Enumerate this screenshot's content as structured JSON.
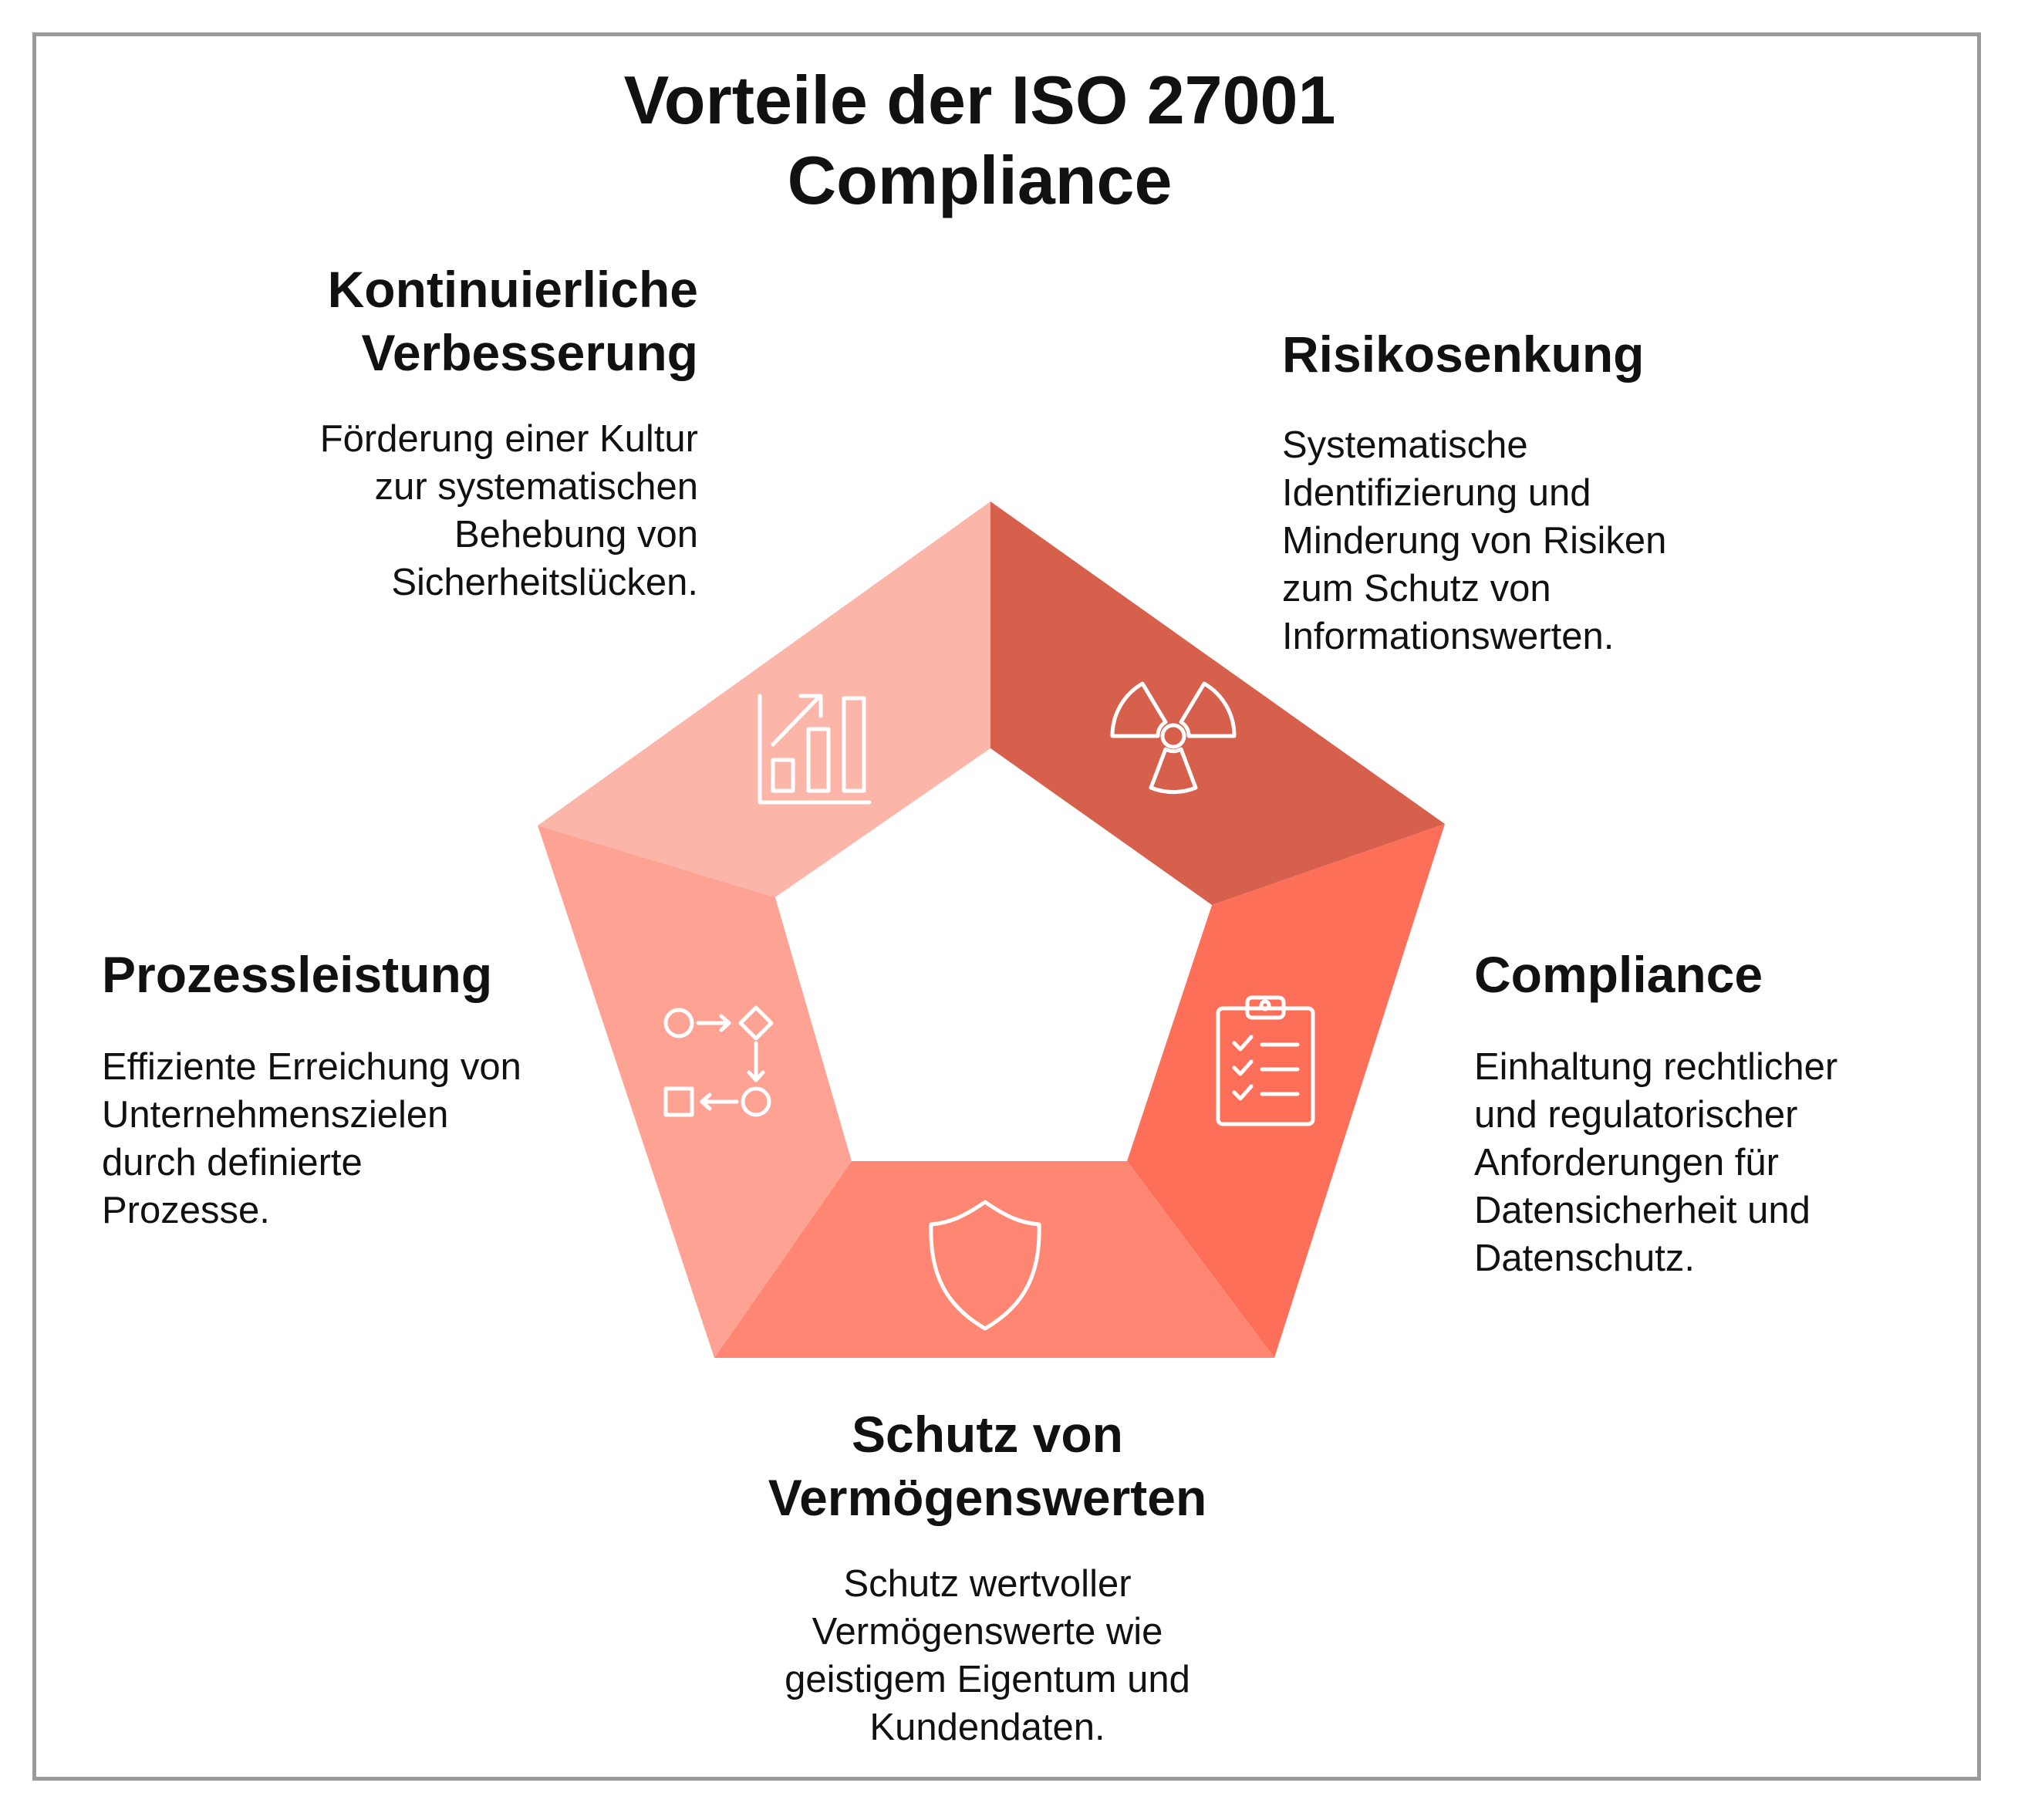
{
  "title": {
    "line1": "Vorteile der ISO 27001",
    "line2": "Compliance"
  },
  "segments": [
    {
      "heading_lines": [
        "Kontinuierliche",
        "Verbesserung"
      ],
      "description_lines": [
        "Förderung einer Kultur",
        "zur systematischen",
        "Behebung von",
        "Sicherheitslücken."
      ],
      "icon": "growth-chart-icon",
      "color": "#fbb6a9"
    },
    {
      "heading_lines": [
        "Risikosenkung"
      ],
      "description_lines": [
        "Systematische",
        "Identifizierung und",
        "Minderung von Risiken",
        "zum Schutz von",
        "Informationswerten."
      ],
      "icon": "radiation-icon",
      "color": "#d6604b"
    },
    {
      "heading_lines": [
        "Compliance"
      ],
      "description_lines": [
        "Einhaltung rechtlicher",
        "und regulatorischer",
        "Anforderungen für",
        "Datensicherheit und",
        "Datenschutz."
      ],
      "icon": "clipboard-checklist-icon",
      "color": "#fe6f59"
    },
    {
      "heading_lines": [
        "Schutz von",
        "Vermögenswerten"
      ],
      "description_lines": [
        "Schutz wertvoller",
        "Vermögenswerte wie",
        "geistigem Eigentum und",
        "Kundendaten."
      ],
      "icon": "shield-icon",
      "color": "#ff8672"
    },
    {
      "heading_lines": [
        "Prozessleistung"
      ],
      "description_lines": [
        "Effiziente Erreichung von",
        "Unternehmenszielen",
        "durch definierte",
        "Prozesse."
      ],
      "icon": "process-flow-icon",
      "color": "#fea293"
    }
  ]
}
